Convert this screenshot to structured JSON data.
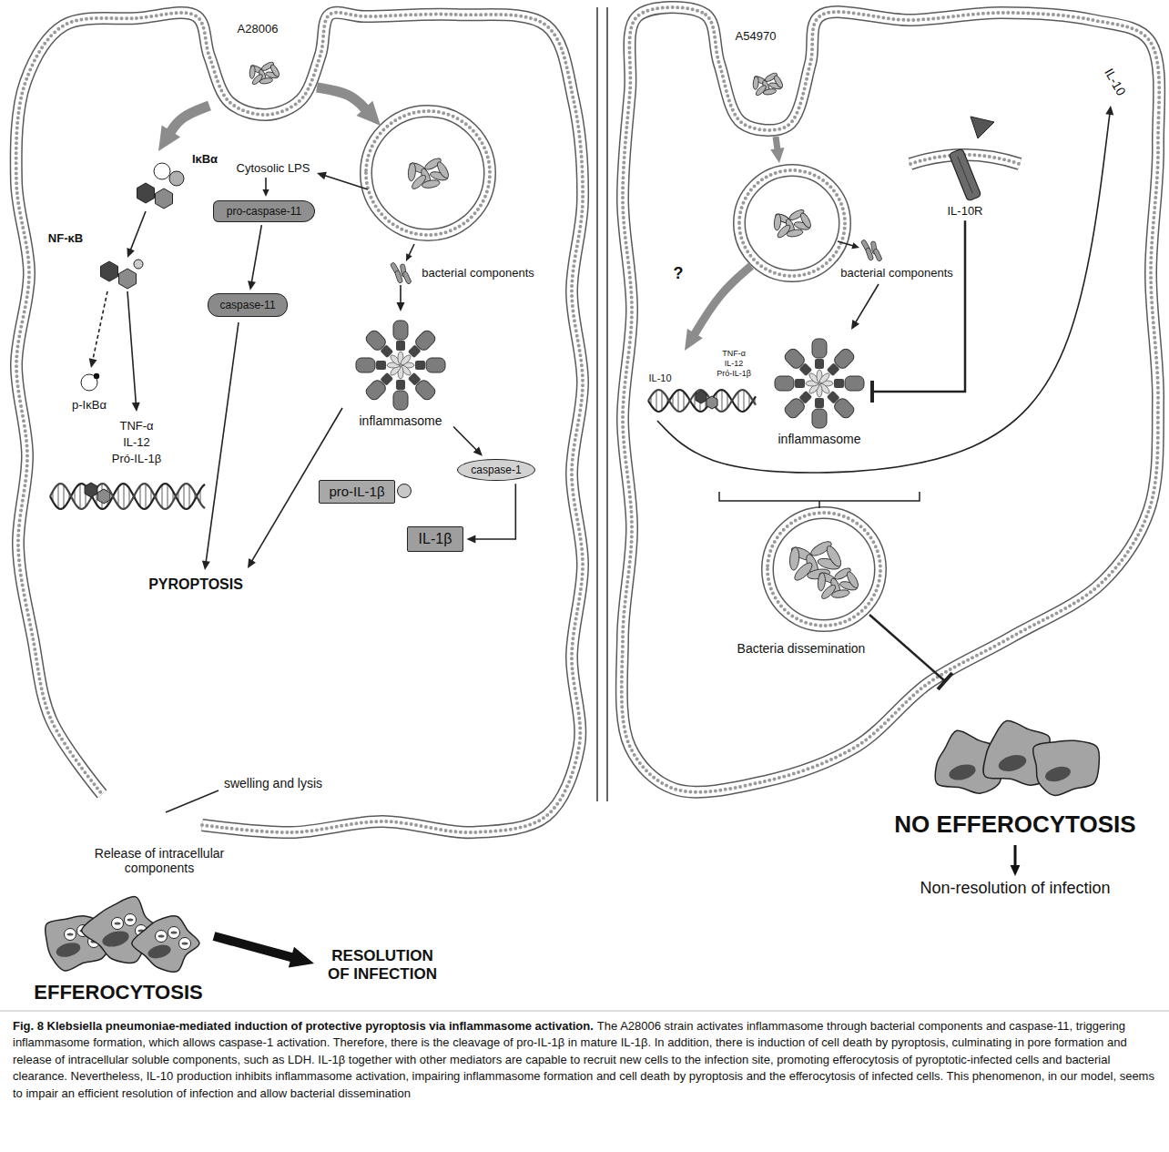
{
  "diagram": {
    "title": "Fig. 8 Klebsiella pneumoniae-mediated induction of protective pyroptosis via inflammasome activation.",
    "caption": "The A28006 strain activates inflammasome through bacterial components and caspase-11, triggering inflammasome formation, which allows caspase-1 activation. Therefore, there is the cleavage of pro-IL-1β in mature IL-1β. In addition, there is induction of cell death by pyroptosis, culminating in pore formation and release of intracellular soluble components, such as LDH. IL-1β together with other mediators are capable to recruit new cells to the infection site, promoting efferocytosis of pyroptotic-infected cells and bacterial clearance. Nevertheless, IL-10 production inhibits inflammasome activation, impairing inflammasome formation and cell death by pyroptosis and the efferocytosis of infected cells. This phenomenon, in our model, seems to impair an efficient resolution of infection and allow bacterial dissemination",
    "nodes": [
      {
        "text": [
          "pro-caspase-11"
        ]
      },
      {
        "text": [
          "caspase-11"
        ]
      },
      {
        "text": [
          "inflammasome"
        ]
      },
      {
        "text": [
          "caspase-1"
        ]
      },
      {
        "text": [
          "pro-IL-1β"
        ]
      },
      {
        "text": [
          "IL-1β"
        ]
      },
      {
        "text": [
          "EFFEROCYTOSIS"
        ]
      },
      {
        "text": [
          "IL-10R"
        ]
      },
      {
        "text": [
          "inflammasome"
        ]
      },
      {
        "text": [
          "NO EFFEROCYTOSIS"
        ]
      }
    ],
    "edges": [
      {
        "from": 0,
        "to": 1,
        "arrow": "to"
      },
      {
        "from": 2,
        "to": 3,
        "arrow": "to"
      },
      {
        "from": 3,
        "to": 5,
        "arrow": "to"
      },
      {
        "from": 7,
        "to": 8,
        "arrow": "to"
      }
    ],
    "labels": [
      "A28006",
      "IκBα",
      "NF-κB",
      "Cytosolic LPS",
      "p-IκBα",
      "TNF-α",
      "IL-12",
      "Pró-IL-1β",
      "bacterial components",
      "PYROPTOSIS",
      "swelling and lysis",
      "Release of intracellular components",
      "RESOLUTION OF INFECTION",
      "A54970",
      "IL-10",
      "?",
      "bacterial components",
      "IL-10",
      "TNF-α",
      "IL-12",
      "Pró-IL-1β",
      "Bacteria dissemination",
      "Non-resolution of infection"
    ]
  }
}
